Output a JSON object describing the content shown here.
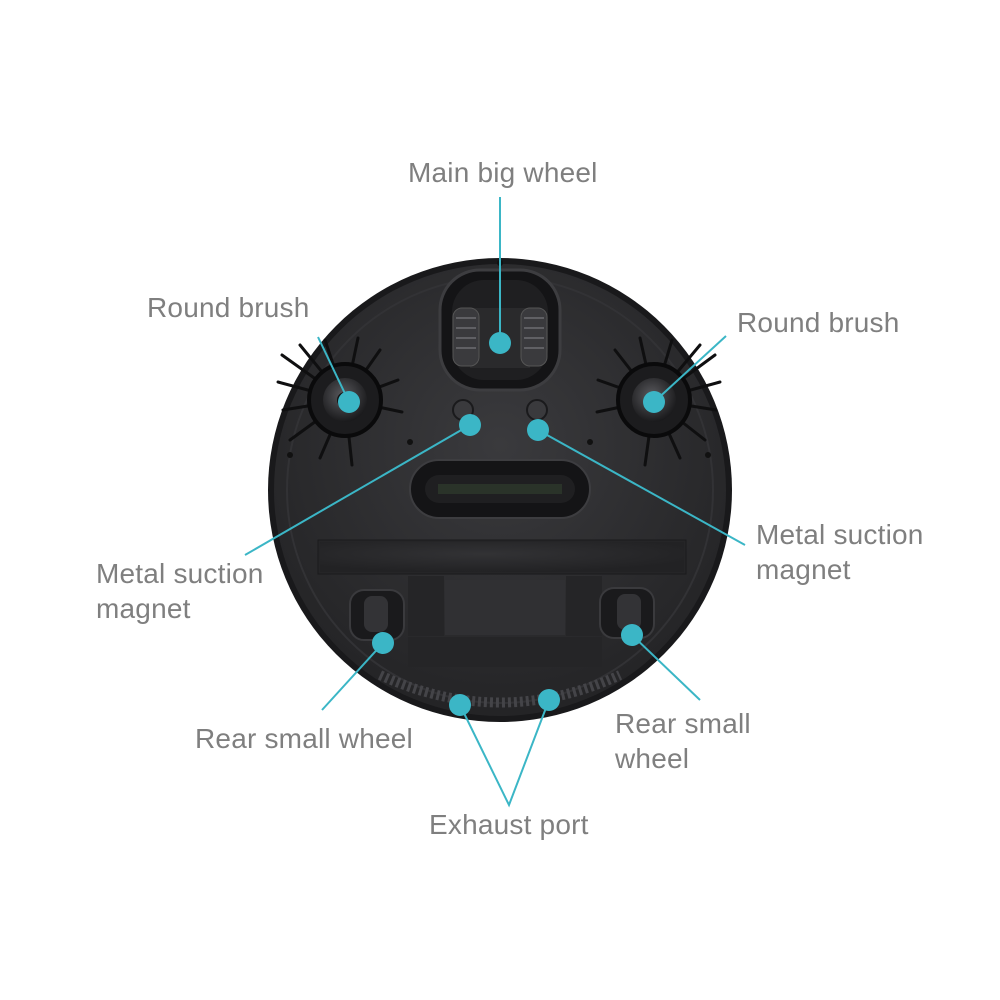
{
  "diagram": {
    "colors": {
      "label_text": "#7f7f7f",
      "callout_line": "#3bb6c6",
      "callout_dot": "#3bb6c6",
      "robot_body": "#2b2b2d",
      "robot_rim": "#1d1d1f",
      "background": "#ffffff"
    },
    "labels": {
      "main_big_wheel": "Main big wheel",
      "round_brush_left": "Round brush",
      "round_brush_right": "Round brush",
      "metal_magnet_left_line1": "Metal suction",
      "metal_magnet_left_line2": "magnet",
      "metal_magnet_right_line1": "Metal suction",
      "metal_magnet_right_line2": "magnet",
      "rear_wheel_left": "Rear small wheel",
      "rear_wheel_right_line1": "Rear small",
      "rear_wheel_right_line2": "wheel",
      "exhaust_port": "Exhaust port"
    }
  }
}
